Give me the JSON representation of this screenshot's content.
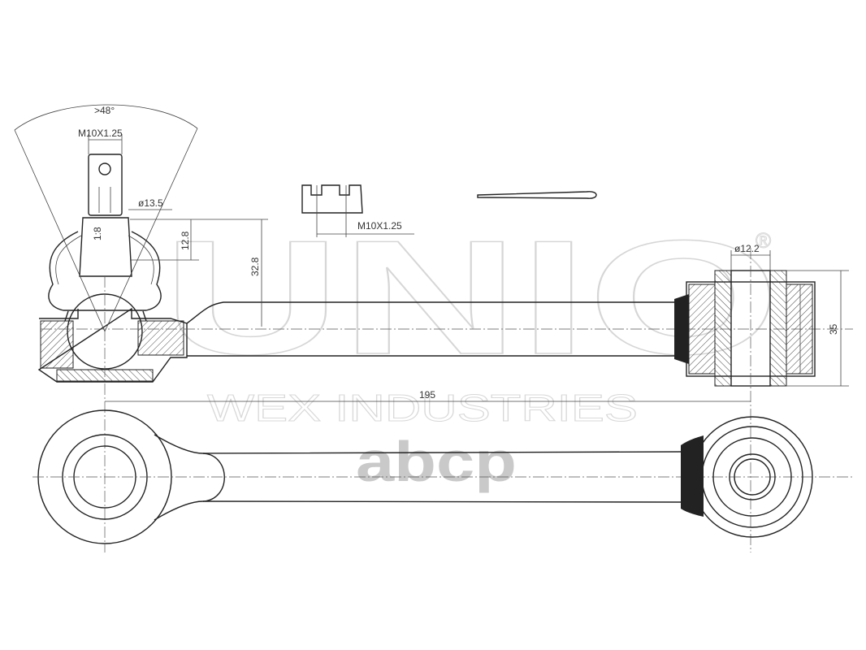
{
  "watermark": {
    "brand": "UNIO",
    "registered": "®",
    "company": "WEX INDUSTRIES",
    "logo": "abcp"
  },
  "dimensions": {
    "angle": ">48°",
    "thread_stud": "M10X1.25",
    "stud_diameter": "ø13.5",
    "taper": "1:8",
    "height_small": "12.8",
    "height_large": "32.8",
    "thread_nut": "M10X1.25",
    "bushing_bore": "ø12.2",
    "bushing_width": "35",
    "length": "195"
  },
  "colors": {
    "line": "#222222",
    "watermark": "#d6d6d6",
    "abcp": "#c9c9c9"
  }
}
